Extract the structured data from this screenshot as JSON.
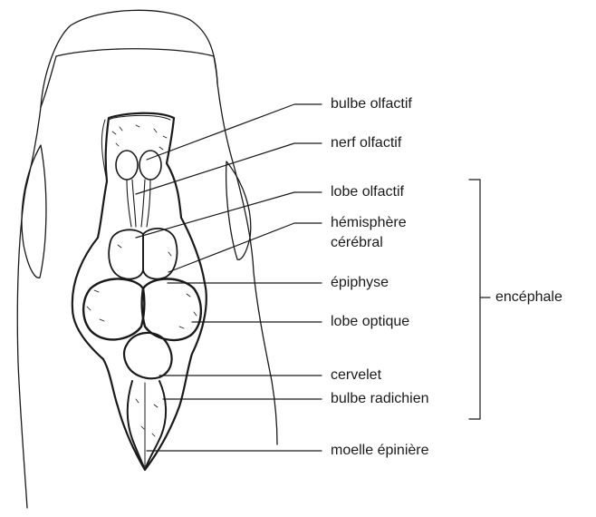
{
  "labels": {
    "bulbe_olfactif": "bulbe olfactif",
    "nerf_olfactif": "nerf olfactif",
    "lobe_olfactif": "lobe olfactif",
    "hemisphere_line1": "hémisphère",
    "hemisphere_line2": "cérébral",
    "epiphyse": "épiphyse",
    "lobe_optique": "lobe optique",
    "cervelet": "cervelet",
    "bulbe_radichien": "bulbe radichien",
    "moelle_epiniere": "moelle épinière",
    "encephale": "encéphale"
  },
  "colors": {
    "ink": "#1a1a1a",
    "background": "#ffffff"
  }
}
